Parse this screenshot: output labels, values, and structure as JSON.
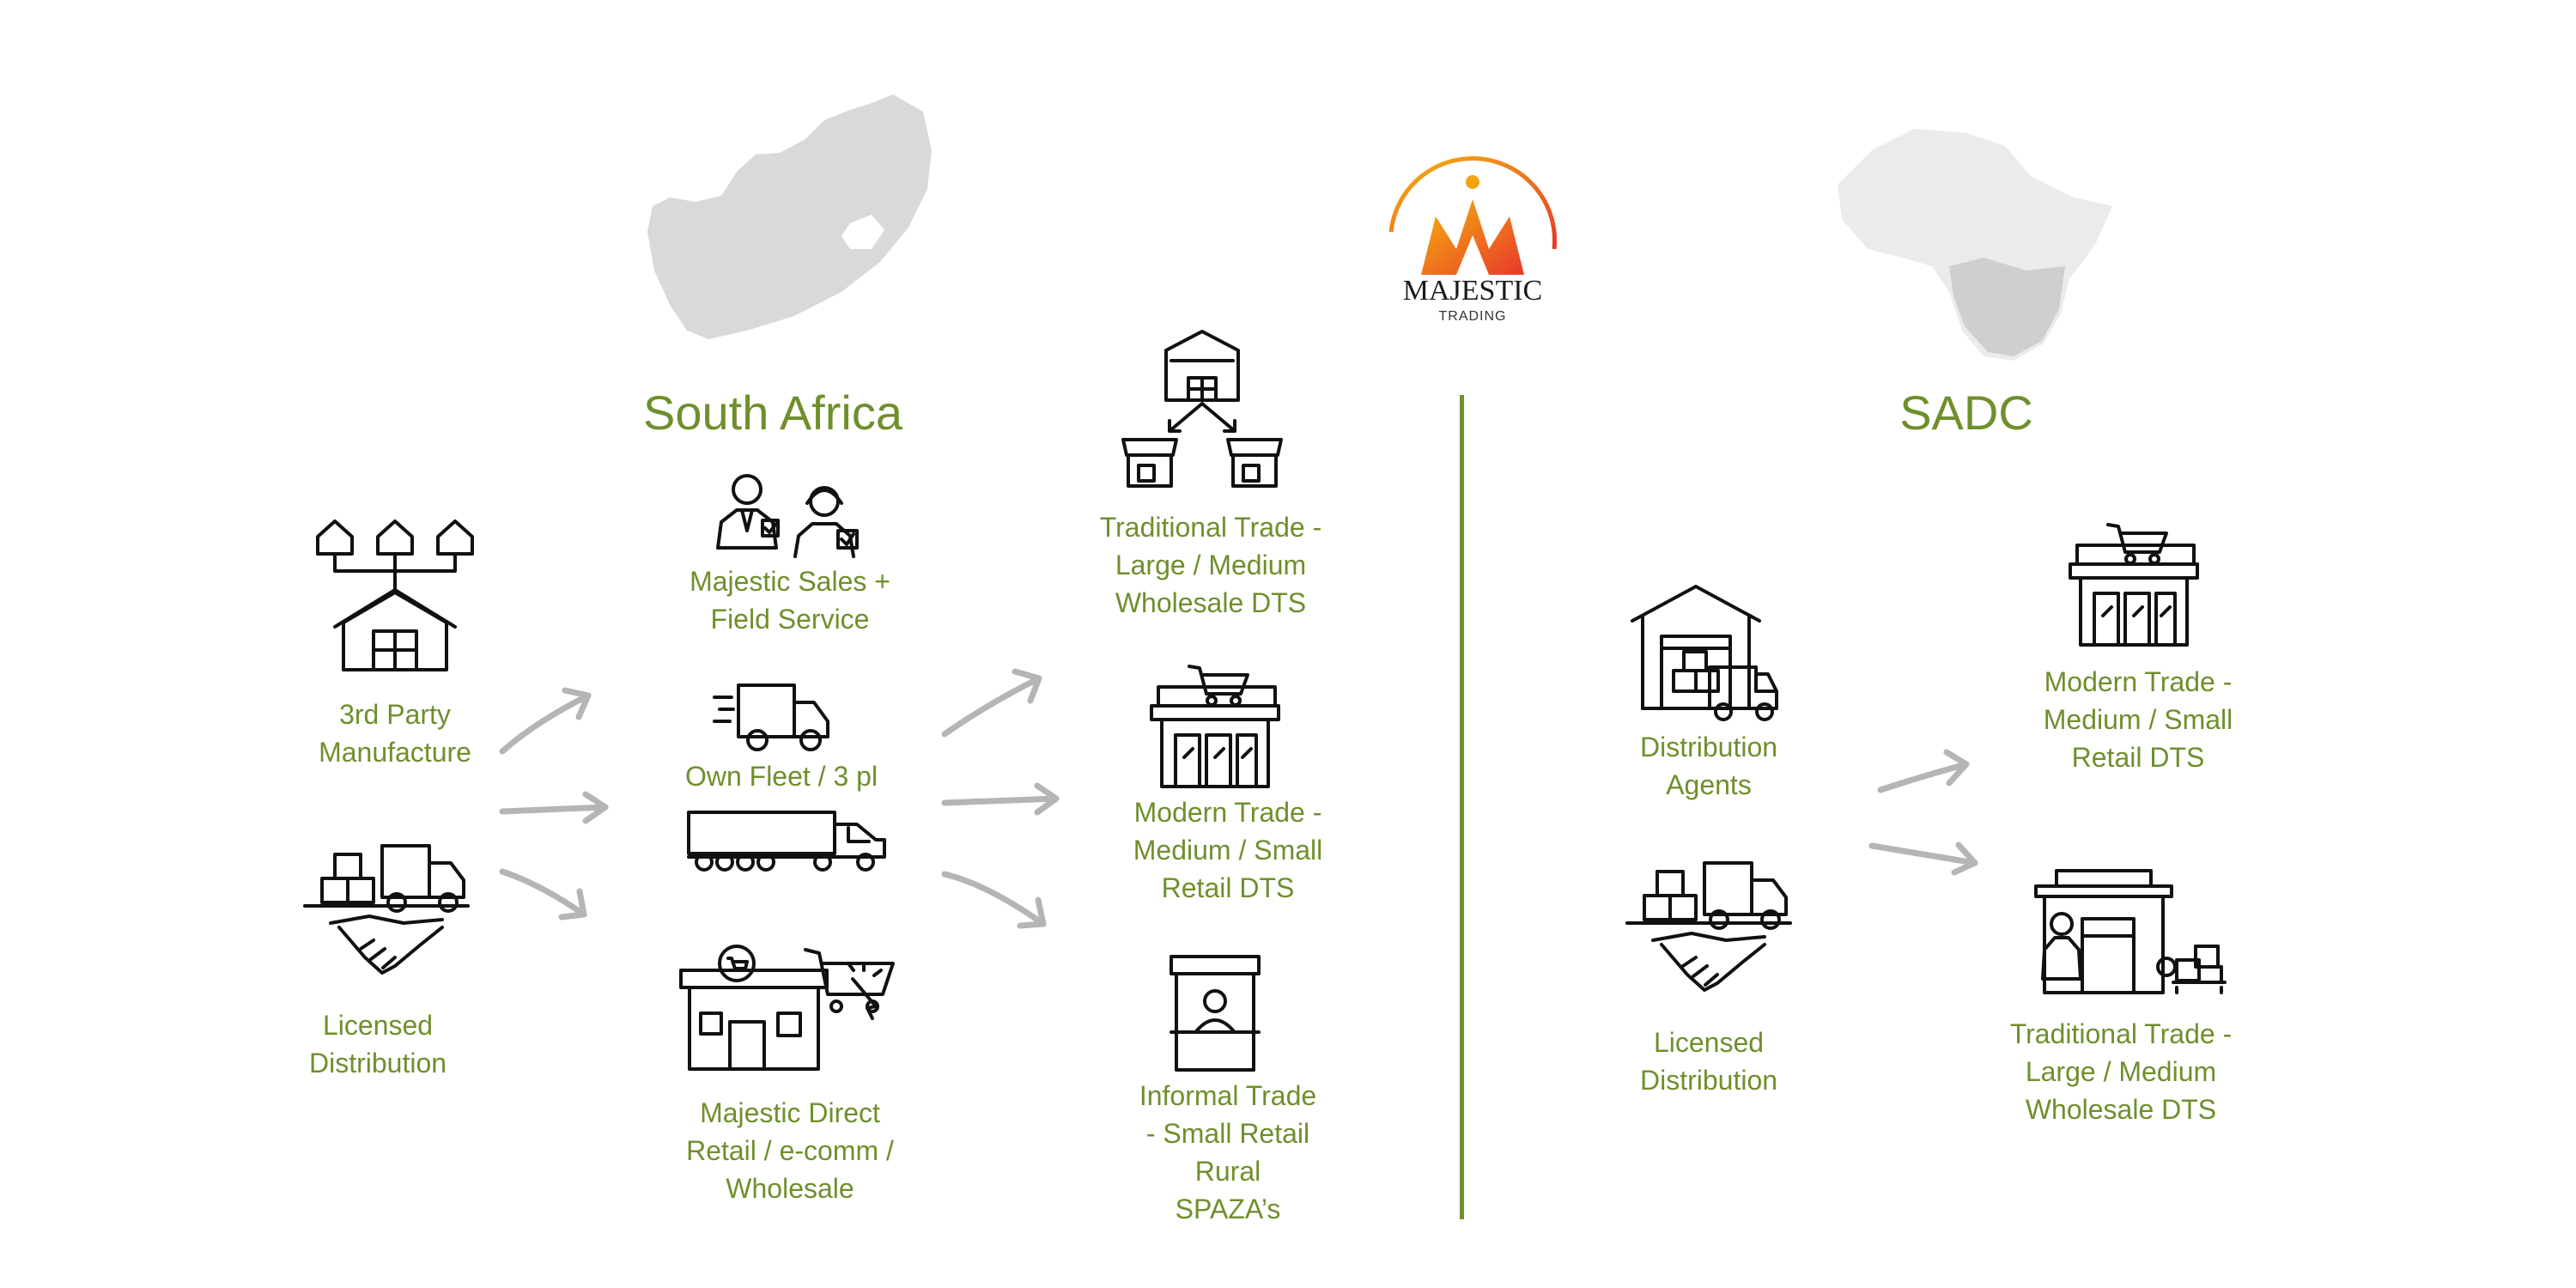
{
  "brand": {
    "name": "MAJESTIC",
    "tagline": "TRADING"
  },
  "colors": {
    "label": "#6f8f2c",
    "divider": "#6f8f2c",
    "map": "#d9d9d9",
    "arrow": "#b5b5b5"
  },
  "south_africa": {
    "heading": "South Africa",
    "sources": [
      {
        "label": "3rd Party\nManufacture",
        "icon": "warehouse-network-icon"
      },
      {
        "label": "Licensed\nDistribution",
        "icon": "handshake-delivery-icon"
      }
    ],
    "channels": [
      {
        "label": "Majestic Sales +\nField Service",
        "icon": "sales-team-icon"
      },
      {
        "label": "Own Fleet / 3 pl",
        "icon": "delivery-truck-icon"
      },
      {
        "label": "Majestic Direct\nRetail / e-comm /\nWholesale",
        "icon": "store-cart-icon"
      }
    ],
    "outlets": [
      {
        "label": "Traditional Trade -\nLarge / Medium\nWholesale DTS",
        "icon": "wholesale-network-icon"
      },
      {
        "label": "Modern Trade -\nMedium / Small\nRetail DTS",
        "icon": "supermarket-icon"
      },
      {
        "label": "Informal Trade\n- Small Retail\nRural\nSPAZA’s",
        "icon": "kiosk-icon"
      }
    ]
  },
  "sadc": {
    "heading": "SADC",
    "sources": [
      {
        "label": "Distribution\nAgents",
        "icon": "warehouse-truck-icon"
      },
      {
        "label": "Licensed\nDistribution",
        "icon": "handshake-delivery-icon"
      }
    ],
    "outlets": [
      {
        "label": "Modern Trade -\nMedium / Small\nRetail DTS",
        "icon": "supermarket-icon"
      },
      {
        "label": "Traditional Trade -\nLarge / Medium\nWholesale DTS",
        "icon": "warehouse-worker-icon"
      }
    ]
  }
}
